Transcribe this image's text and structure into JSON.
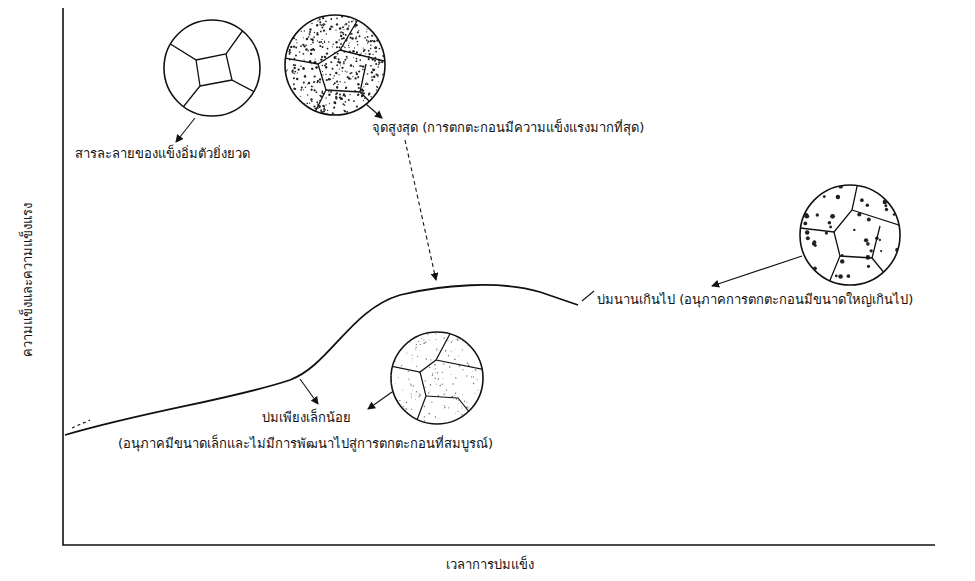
{
  "diagram": {
    "labels": [
      "ความแข็งและความแข็งแรง",
      "เวลาการบ่มแข็ง",
      "สารละลายของแข็งอิ่มตัวยิ่งยวด",
      "จุดสูงสุด (การตกตะกอนมีความแข็งแรงมากที่สุด)",
      "บ่มนานเกินไป (อนุภาคการตกตะกอนมีขนาดใหญ่เกินไป)",
      "บ่มเพียงเล็กน้อย",
      "(อนุภาคมีขนาดเล็กและไม่มีการพัฒนาไปสู่การตกตะกอนที่สมบูรณ์)"
    ]
  }
}
